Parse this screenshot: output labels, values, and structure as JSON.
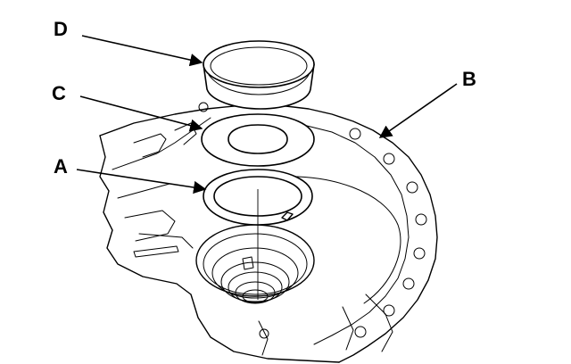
{
  "callouts": {
    "a": "A",
    "b": "B",
    "c": "C",
    "d": "D"
  },
  "colors": {
    "ink": "#000000",
    "background": "#ffffff"
  }
}
